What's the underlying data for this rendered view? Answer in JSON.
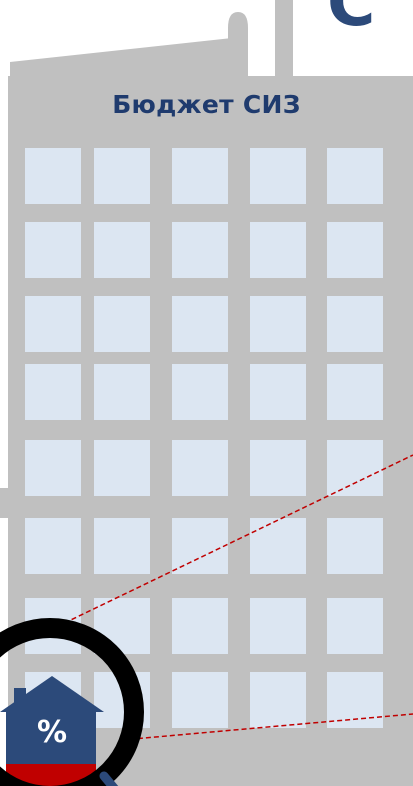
{
  "heading_fragment": "С",
  "building": {
    "title": "Бюджет СИЗ",
    "window_rows": 8,
    "window_cols": 5
  },
  "house_icon": {
    "label": "%"
  },
  "colors": {
    "building": "#c0c0c0",
    "window": "#dce6f2",
    "title": "#1f3b6e",
    "heading": "#2c4a7a",
    "house": "#2c4a7a",
    "house_base": "#c00000",
    "magnifier_ring": "#000000",
    "dashed_line": "#c00000"
  }
}
